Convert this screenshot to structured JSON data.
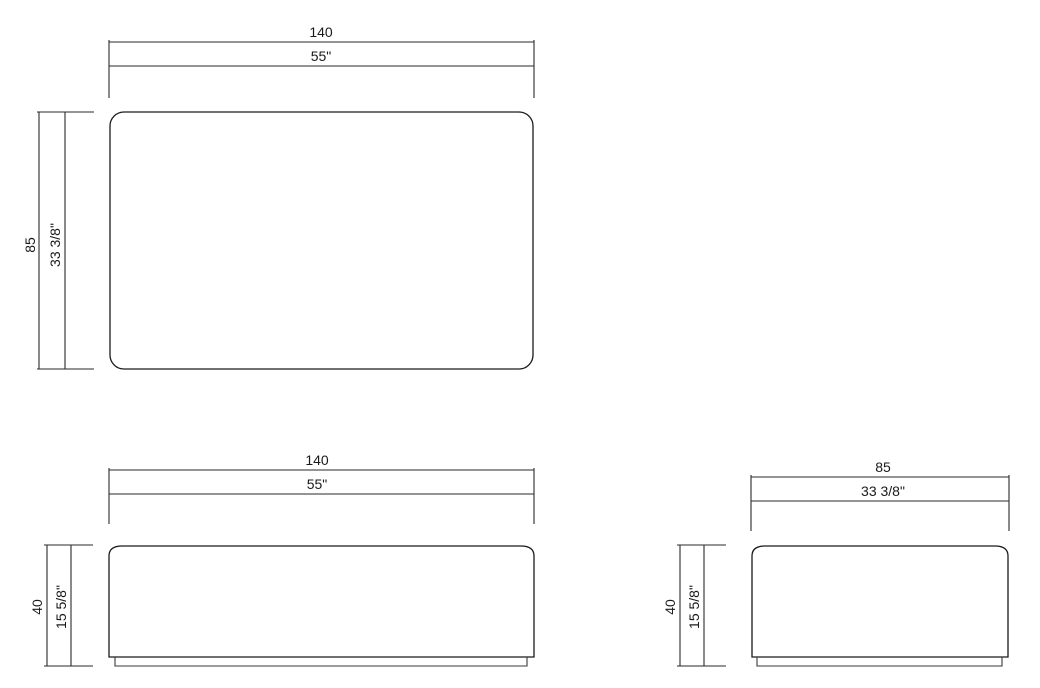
{
  "drawing": {
    "stroke_color": "#1a1a1a",
    "background": "#ffffff",
    "views": {
      "top_view": {
        "width_cm": "140",
        "width_in": "55\"",
        "depth_cm": "85",
        "depth_in": "33 3/8\""
      },
      "front_view": {
        "width_cm": "140",
        "width_in": "55\"",
        "height_cm": "40",
        "height_in": "15 5/8\""
      },
      "side_view": {
        "depth_cm": "85",
        "depth_in": "33 3/8\"",
        "height_cm": "40",
        "height_in": "15 5/8\""
      }
    }
  }
}
